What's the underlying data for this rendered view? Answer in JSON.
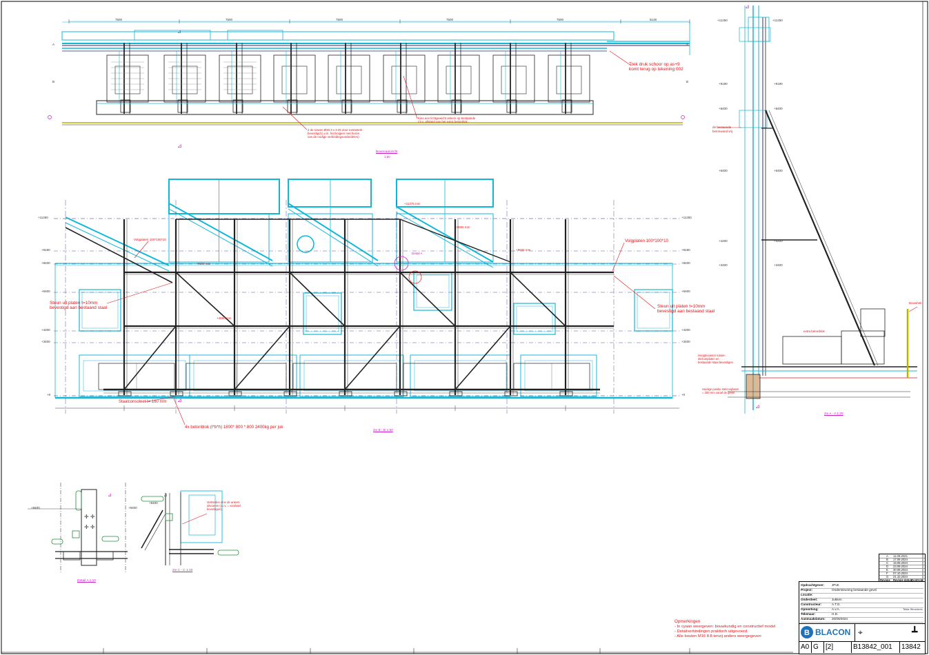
{
  "views": {
    "top_label": "Bovenaanzicht",
    "top_scale": "1:50",
    "elev_label": "zie B - B 1:50",
    "side_label": "zie A - A 1:25",
    "detA_label": "Detail A 1:10",
    "detC_label": "zie C - C 1:10"
  },
  "annotations": {
    "trek1": "Trek druk schoor op as+9",
    "trek2": "komt terug op tekening 002",
    "top_note1a": "2 de sowen Ø48.3 x 3.25 door extrasterk",
    "top_note1b": "bevestigd (i.v.m. het knijpen met heren",
    "top_note1c": "van de nodige verbindingsonderdelen)",
    "top_note2a": "Kies een lichtgewicht ankers op bestaande",
    "top_note2b": "t.b.v. afstand van het extra betonblok",
    "volg_left": "Volgplaten 100*100*10",
    "volg_right": "Volgplaten 100*100*10",
    "steun_left1": "Steun uit platen t=10mm",
    "steun_left2": "bevestigd aan bestaand staal",
    "steun_right1": "Steun uit platen t=10mm",
    "steun_right2": "bevestigd aan bestaand staal",
    "staalcon": "Staalconsoleet t= 160 mm",
    "betonblok": "4x betonblok (l*b*h) 1800* 800 * 800 2400kg per juk",
    "detail_a": "Detail A",
    "side_note1a": "de bestaande",
    "side_note1b": "betonwand vrij",
    "side_note2": "extra betonblok",
    "side_note3": "Bouwhek",
    "side_note4a": "Hoogtevoeten tussen",
    "side_note4b": "stelconplaten en",
    "side_note4c": "bestaande staal bevestigen",
    "side_note5a": "Huidige positie stelconplaten",
    "side_note5b": "= 300 mm vanaf de gevel",
    "detc_note1": "Verbinden dmv de ankers",
    "detc_note2": "uitvoeren (o.i.v. = voorlatel",
    "detc_note3": "bevestigen)"
  },
  "dims_top": [
    "7500",
    "7500",
    "7500",
    "7500",
    "7500",
    "5148"
  ],
  "levels": {
    "l11250": "+11250",
    "l9190": "+9190",
    "l8400": "+8400",
    "l6400": "+6400",
    "l4200": "+4200",
    "l3400": "+3400",
    "l0": "+0",
    "m11375": "+11375 mm",
    "m9655": "+9655 mm",
    "m9655b": "+9655 mm",
    "m7650": "+7650 mm",
    "m4880": "+4880 mm"
  },
  "remarks": {
    "title": "Opmerkingen",
    "l1": "- In cyaan weergeven: bouwkundig en constructief model",
    "l2": "- Detailverbindingen praktisch uitgevoerd",
    "l3": "- Alle bouten M16  8.8 tenzij anders weergegeven"
  },
  "title_block": {
    "rows": [
      {
        "k": "Opdrachtgever:",
        "v": "JPvK"
      },
      {
        "k": "Project:",
        "v": "Ondersteuning bestaande gevel"
      },
      {
        "k": "Locatie:",
        "v": ""
      },
      {
        "k": "Onderdeel:",
        "v": "Jukken"
      },
      {
        "k": "Constructeur:",
        "v": "A.T.G."
      },
      {
        "k": "Opmerking:",
        "v": "A.v.A."
      },
      {
        "k": "Tekenaar:",
        "v": "H.D."
      },
      {
        "k": "Aanmaakdatum:",
        "v": "20/09/2024"
      }
    ],
    "company": "BLACON",
    "tekla": "Tekla Structures",
    "cells": [
      "A0",
      "G",
      "[2]",
      "B13842_001",
      "13842"
    ]
  },
  "revisions": {
    "header": [
      "Revisie",
      "Revisie datum",
      "Controle"
    ],
    "rows": [
      {
        "r": "A",
        "d": "11.09.2024"
      },
      {
        "r": "B",
        "d": "17.09.2024"
      },
      {
        "r": "C",
        "d": "19.09.2024"
      },
      {
        "r": "D",
        "d": "23.09.2024"
      },
      {
        "r": "E",
        "d": "30.09.2024"
      },
      {
        "r": "F",
        "d": "07.10.2024"
      },
      {
        "r": "G",
        "d": "21.10.2024"
      }
    ]
  },
  "colors": {
    "cyan": "#10b8d8",
    "red": "#e0161b",
    "magenta": "#c81ec8",
    "steel": "#222222",
    "navy": "#2a2a7a"
  }
}
